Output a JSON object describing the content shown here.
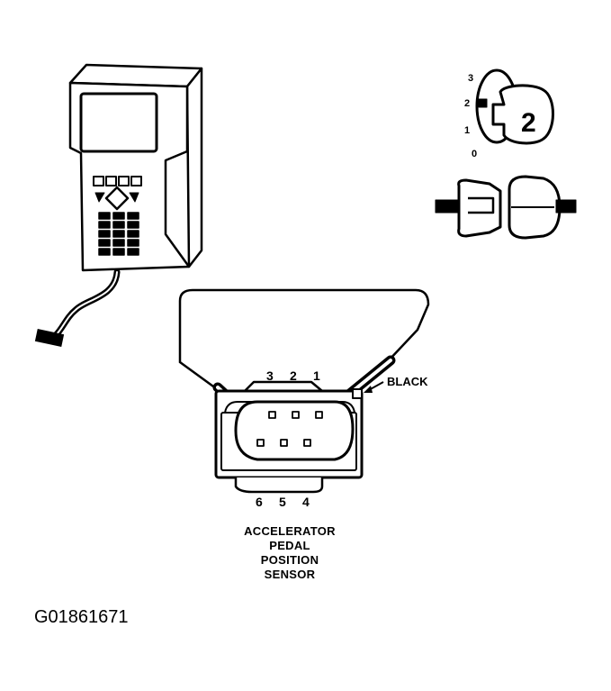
{
  "scan_tool": {
    "screen": "",
    "keypad_rows": 5,
    "keypad_cols": 3
  },
  "ignition": {
    "positions": [
      "3",
      "2",
      "1",
      "0"
    ],
    "key_number": "2"
  },
  "connector": {
    "top_pins": [
      "3",
      "2",
      "1"
    ],
    "bottom_pins": [
      "6",
      "5",
      "4"
    ],
    "wire_label": "BLACK",
    "sensor_label_lines": [
      "ACCELERATOR",
      "PEDAL",
      "POSITION",
      "SENSOR"
    ]
  },
  "figure_id": "G01861671"
}
